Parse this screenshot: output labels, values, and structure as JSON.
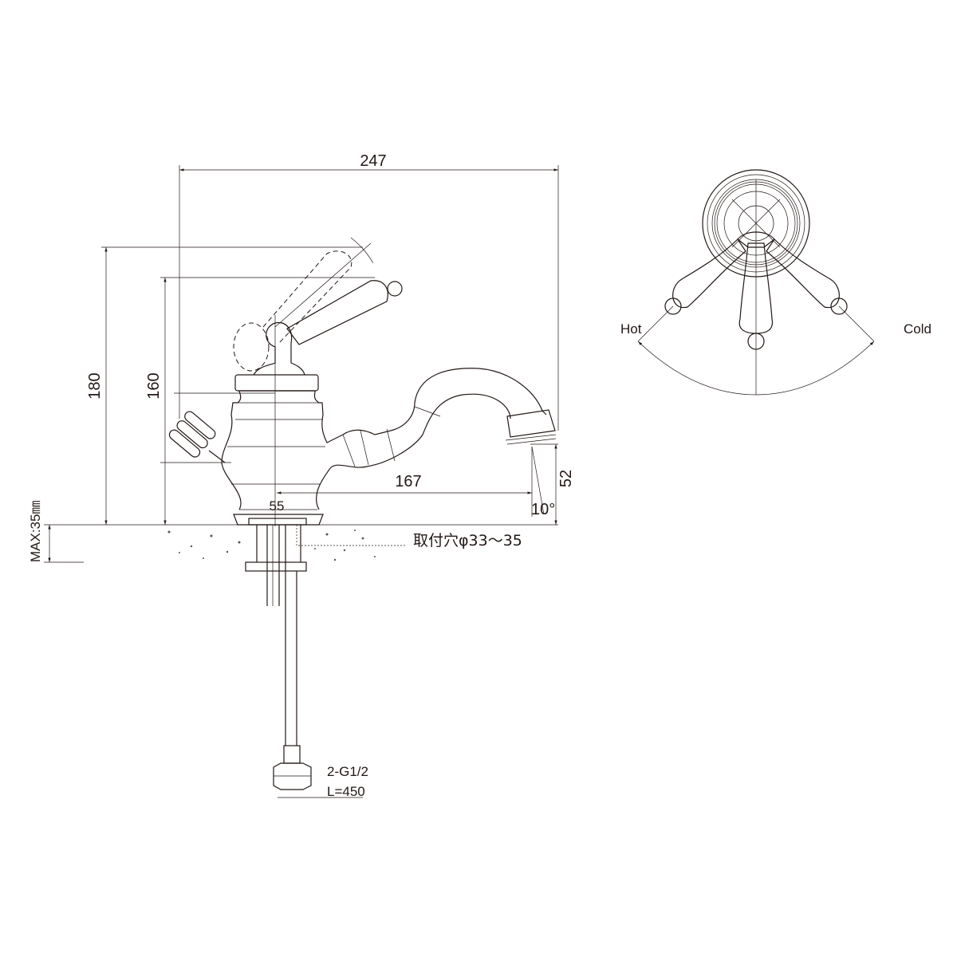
{
  "dimensions": {
    "overall_width": "247",
    "overall_height": "180",
    "lever_height": "160",
    "spout_reach": "167",
    "center_offset": "55",
    "spout_height": "52",
    "spout_angle": "10°",
    "max_counter_thickness": "MAX:35㎜"
  },
  "annotations": {
    "mounting_hole": "取付穴φ33〜35",
    "connection_thread": "2-G1/2",
    "hose_length": "L=450"
  },
  "top_view": {
    "hot_label": "Hot",
    "cold_label": "Cold"
  }
}
